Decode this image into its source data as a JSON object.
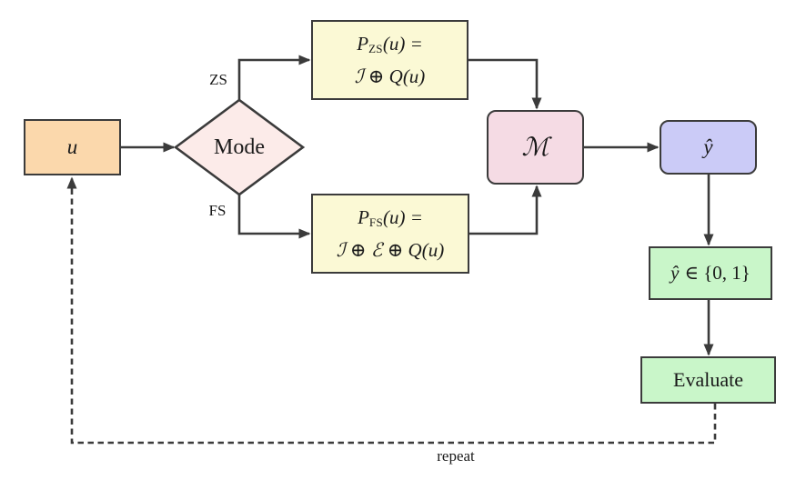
{
  "nodes": {
    "input": {
      "label": "u",
      "fill": "#fbd8ac"
    },
    "mode": {
      "label": "Mode",
      "fill": "#fcebe9"
    },
    "prompt_zs": {
      "p": "P",
      "sub": "ZS",
      "tail": "(u) =",
      "line2": "ℐ ⊕ Q(u)",
      "fill": "#fbf9d5"
    },
    "prompt_fs": {
      "p": "P",
      "sub": "FS",
      "tail": "(u) =",
      "line2": "ℐ ⊕ ℰ ⊕ Q(u)",
      "fill": "#fbf9d5"
    },
    "model": {
      "label": "ℳ",
      "fill": "#f5dbe4"
    },
    "prediction": {
      "label": "ŷ",
      "fill": "#cbcbf7"
    },
    "output_set": {
      "var": "ŷ",
      "rest": "∈ {0, 1}",
      "fill": "#c9f6c9"
    },
    "evaluate": {
      "label": "Evaluate",
      "fill": "#c9f6c9"
    }
  },
  "edge_labels": {
    "zs": "ZS",
    "fs": "FS",
    "repeat": "repeat"
  },
  "colors": {
    "stroke": "#3b3b3b",
    "background": "#ffffff"
  }
}
